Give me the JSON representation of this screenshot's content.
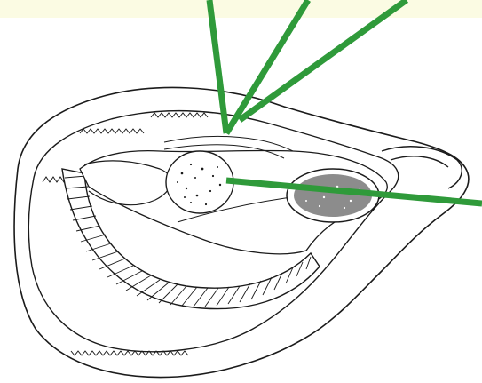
{
  "figure": {
    "subject": "oyster-anatomy-illustration",
    "colors": {
      "background": "#ffffff",
      "top_band": "#fbfbe3",
      "ink": "#1b1b1b",
      "pointer": "#2f9a3a"
    },
    "pointers": [
      {
        "name": "pointer-line-1"
      },
      {
        "name": "pointer-line-2"
      },
      {
        "name": "pointer-line-3"
      },
      {
        "name": "pointer-line-4"
      }
    ]
  }
}
